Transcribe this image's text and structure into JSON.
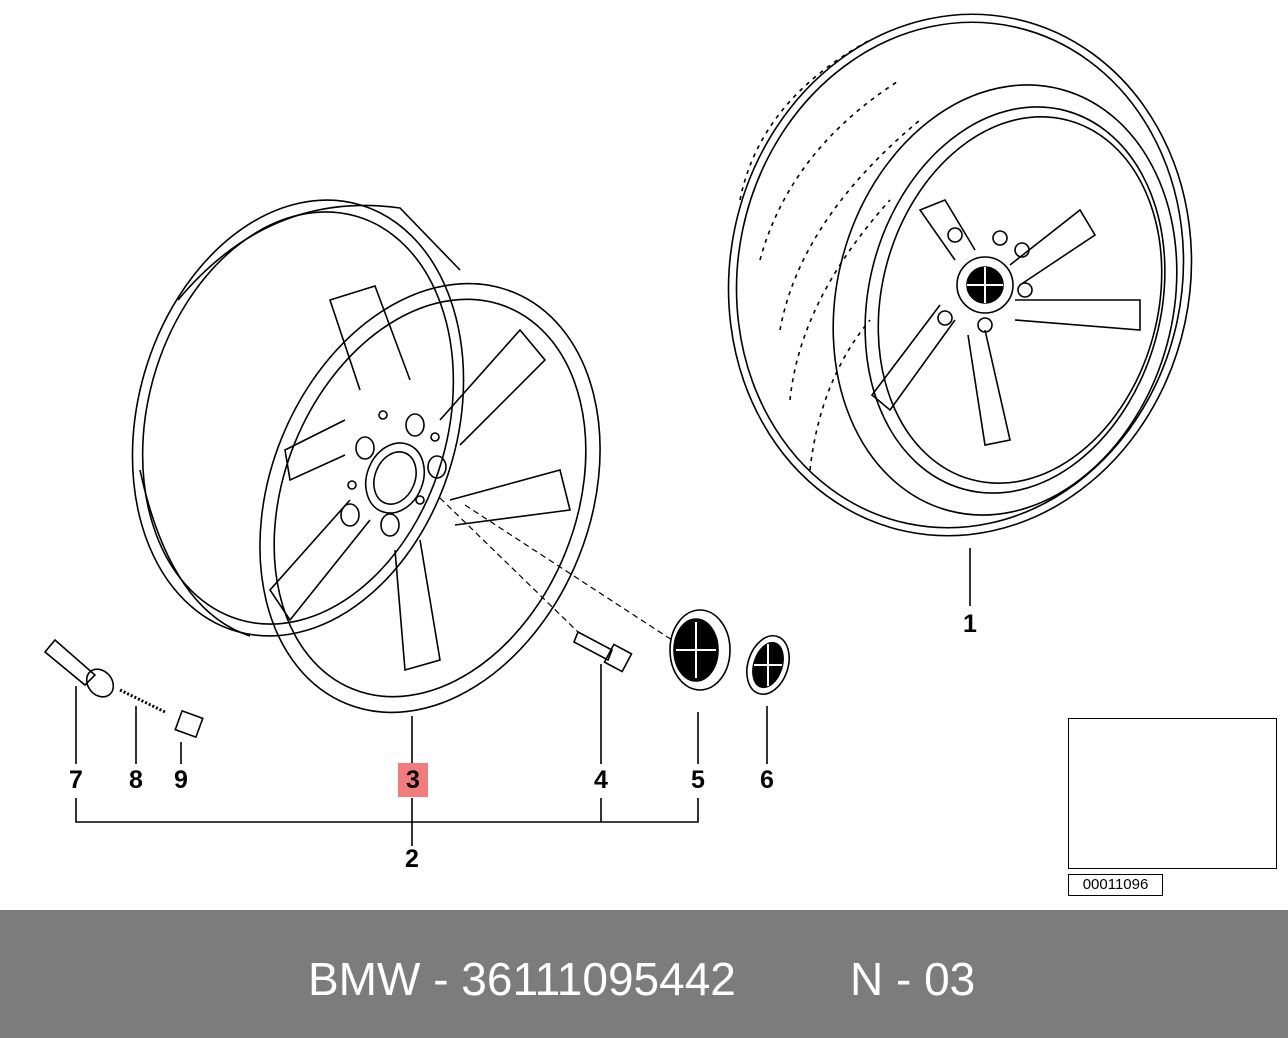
{
  "callouts": {
    "c1": "1",
    "c2": "2",
    "c3": "3",
    "c4": "4",
    "c5": "5",
    "c6": "6",
    "c7": "7",
    "c8": "8",
    "c9": "9"
  },
  "reference": {
    "code": "00011096"
  },
  "footer": {
    "brand_part": "BMW - 36111095442",
    "variant": "N - 03"
  },
  "colors": {
    "highlight": "#f07c7c",
    "footer_bg": "#7c7c7c",
    "footer_text": "#ffffff"
  }
}
